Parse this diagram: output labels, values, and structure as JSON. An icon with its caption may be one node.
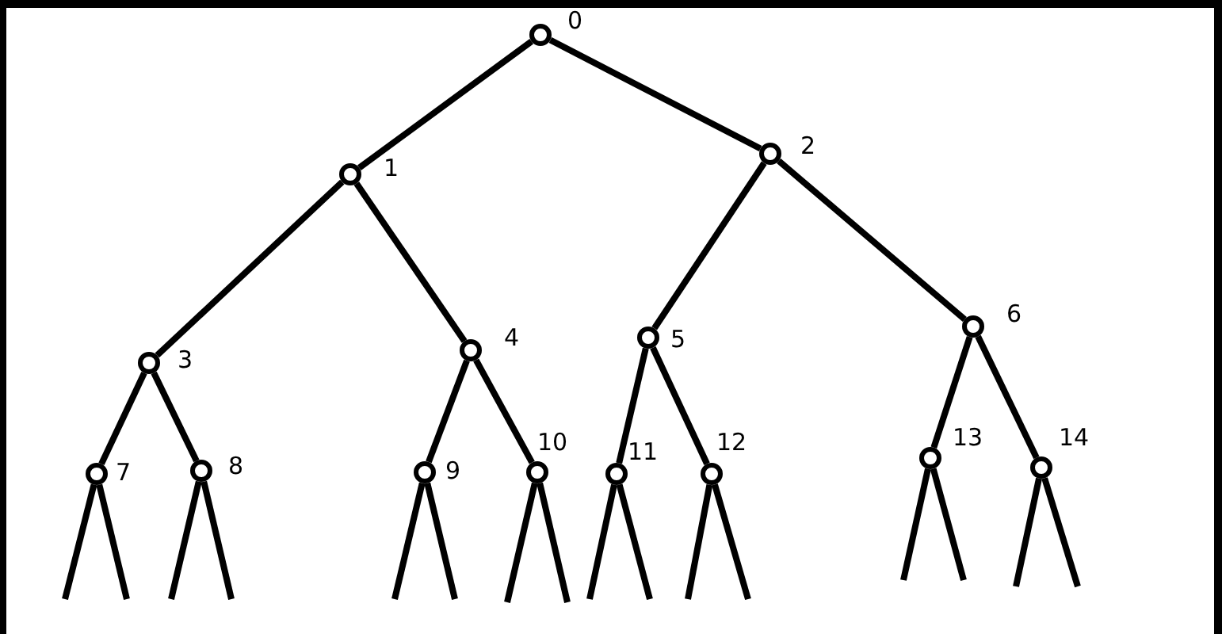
{
  "diagram": {
    "nodes": [
      {
        "text": [],
        "shape": "circle",
        "beside": [
          "0"
        ]
      },
      {
        "text": [],
        "shape": "circle",
        "beside": [
          "1"
        ]
      },
      {
        "text": [],
        "shape": "circle",
        "beside": [
          "2"
        ]
      },
      {
        "text": [],
        "shape": "circle",
        "beside": [
          "3"
        ]
      },
      {
        "text": [],
        "shape": "circle",
        "beside": [
          "4"
        ]
      },
      {
        "text": [],
        "shape": "circle",
        "beside": [
          "5"
        ]
      },
      {
        "text": [],
        "shape": "circle",
        "beside": [
          "6"
        ]
      },
      {
        "text": [],
        "shape": "circle",
        "beside": [
          "7"
        ]
      },
      {
        "text": [],
        "shape": "circle",
        "beside": [
          "8"
        ]
      },
      {
        "text": [],
        "shape": "circle",
        "beside": [
          "9"
        ]
      },
      {
        "text": [],
        "shape": "circle",
        "beside": [
          "10"
        ]
      },
      {
        "text": [],
        "shape": "circle",
        "beside": [
          "11"
        ]
      },
      {
        "text": [],
        "shape": "circle",
        "beside": [
          "12"
        ]
      },
      {
        "text": [],
        "shape": "circle",
        "beside": [
          "13"
        ]
      },
      {
        "text": [],
        "shape": "circle",
        "beside": [
          "14"
        ]
      }
    ],
    "edges": [
      {
        "from": 0,
        "to": 1,
        "arrow": "none"
      },
      {
        "from": 0,
        "to": 2,
        "arrow": "none"
      },
      {
        "from": 1,
        "to": 3,
        "arrow": "none"
      },
      {
        "from": 1,
        "to": 4,
        "arrow": "none"
      },
      {
        "from": 2,
        "to": 5,
        "arrow": "none"
      },
      {
        "from": 2,
        "to": 6,
        "arrow": "none"
      },
      {
        "from": 3,
        "to": 7,
        "arrow": "none"
      },
      {
        "from": 3,
        "to": 8,
        "arrow": "none"
      },
      {
        "from": 4,
        "to": 9,
        "arrow": "none"
      },
      {
        "from": 4,
        "to": 10,
        "arrow": "none"
      },
      {
        "from": 5,
        "to": 11,
        "arrow": "none"
      },
      {
        "from": 5,
        "to": 12,
        "arrow": "none"
      },
      {
        "from": 6,
        "to": 13,
        "arrow": "none"
      },
      {
        "from": 6,
        "to": 14,
        "arrow": "none"
      },
      {
        "from": 7,
        "to": null,
        "arrow": "none"
      },
      {
        "from": 7,
        "to": null,
        "arrow": "none"
      },
      {
        "from": 8,
        "to": null,
        "arrow": "none"
      },
      {
        "from": 8,
        "to": null,
        "arrow": "none"
      },
      {
        "from": 9,
        "to": null,
        "arrow": "none"
      },
      {
        "from": 9,
        "to": null,
        "arrow": "none"
      },
      {
        "from": 10,
        "to": null,
        "arrow": "none"
      },
      {
        "from": 10,
        "to": null,
        "arrow": "none"
      },
      {
        "from": 11,
        "to": null,
        "arrow": "none"
      },
      {
        "from": 11,
        "to": null,
        "arrow": "none"
      },
      {
        "from": 12,
        "to": null,
        "arrow": "none"
      },
      {
        "from": 12,
        "to": null,
        "arrow": "none"
      },
      {
        "from": 13,
        "to": null,
        "arrow": "none"
      },
      {
        "from": 13,
        "to": null,
        "arrow": "none"
      },
      {
        "from": 14,
        "to": null,
        "arrow": "none"
      },
      {
        "from": 14,
        "to": null,
        "arrow": "none"
      }
    ]
  }
}
